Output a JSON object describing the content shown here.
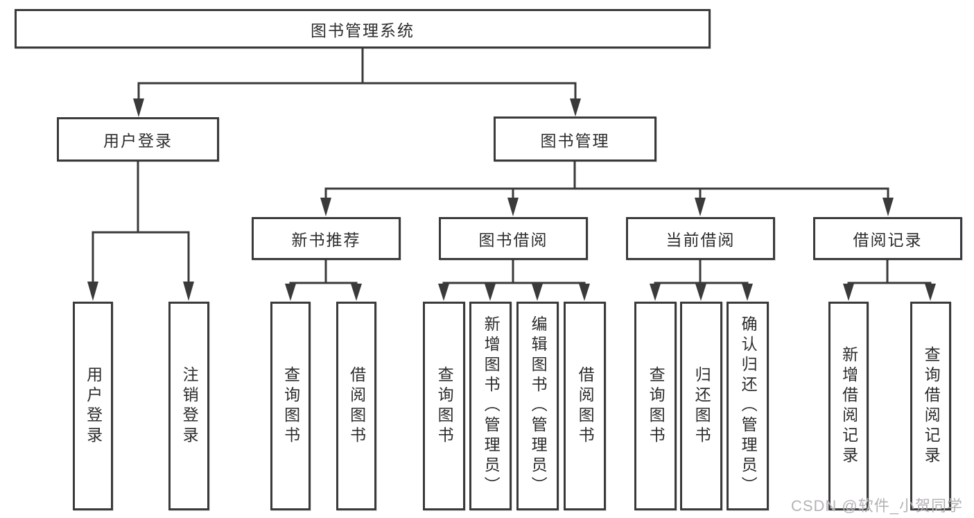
{
  "colors": {
    "line": "#3a3a3a",
    "box_border": "#3a3a3a",
    "text": "#2c2c2c",
    "background": "#ffffff",
    "watermark": "#b5b2b5"
  },
  "tree": {
    "label": "图书管理系统",
    "children": [
      {
        "label": "用户登录",
        "children": [
          {
            "label": "用户登录"
          },
          {
            "label": "注销登录"
          }
        ]
      },
      {
        "label": "图书管理",
        "children": [
          {
            "label": "新书推荐",
            "children": [
              {
                "label": "查询图书"
              },
              {
                "label": "借阅图书"
              }
            ]
          },
          {
            "label": "图书借阅",
            "children": [
              {
                "label": "查询图书"
              },
              {
                "label": "新增图书（管理员）"
              },
              {
                "label": "编辑图书（管理员）"
              },
              {
                "label": "借阅图书"
              }
            ]
          },
          {
            "label": "当前借阅",
            "children": [
              {
                "label": "查询图书"
              },
              {
                "label": "归还图书"
              },
              {
                "label": "确认归还（管理员）"
              }
            ]
          },
          {
            "label": "借阅记录",
            "children": [
              {
                "label": "新增借阅记录"
              },
              {
                "label": "查询借阅记录"
              }
            ]
          }
        ]
      }
    ]
  },
  "watermark": "CSDN @软件_小贺同学"
}
